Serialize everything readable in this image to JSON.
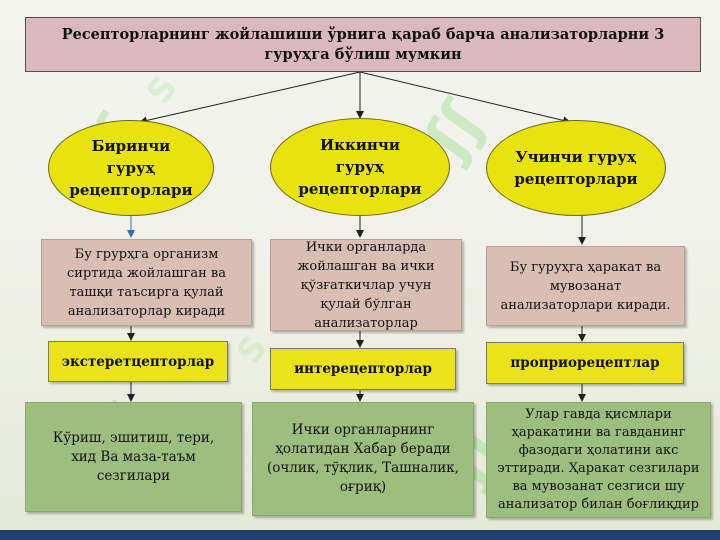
{
  "title": "Ресепторларнинг жойлашиши ўрнига қараб барча анализаторларни 3 гуруҳга бўлиш мумкин",
  "groups": [
    {
      "name": "Биринчи гуруҳ рецепторлари",
      "description": "Бу грурҳга организм сиртида жойлашган ва ташқи таъсирга қулай анализаторлар киради",
      "type": "экстеретцепторлар",
      "examples": "Кўриш, эшитиш, тери, хид Ва маза-таъм сезгилари"
    },
    {
      "name": "Иккинчи гуруҳ рецепторлари",
      "description": "Ички органларда жойлашган ва ички қўзғаткичлар учун қулай бўлган анализаторлар",
      "type": "интерецепторлар",
      "examples": "Ички органларнинг ҳолатидан Хабар беради (очлик, тўқлик, Ташналик, оғриқ)"
    },
    {
      "name": "Учинчи гуруҳ рецепторлари",
      "description": "Бу гуруҳга ҳаракат ва мувозанат анализаторлари киради.",
      "type": "проприорецептлар",
      "examples": "Улар гавда қисмлари ҳаракатини ва гавданинг фазодаги ҳолатини акс эттиради. Ҳаракат сезгилари ва мувозанат сезгиси шу анализатор билан боғлиқдир"
    }
  ],
  "colors": {
    "title_bg": "#d9b8bf",
    "ellipse_fill": "#e8e30e",
    "description_bg": "#d9bfb3",
    "type_bg": "#ebe31a",
    "example_bg": "#9cbe7e"
  }
}
